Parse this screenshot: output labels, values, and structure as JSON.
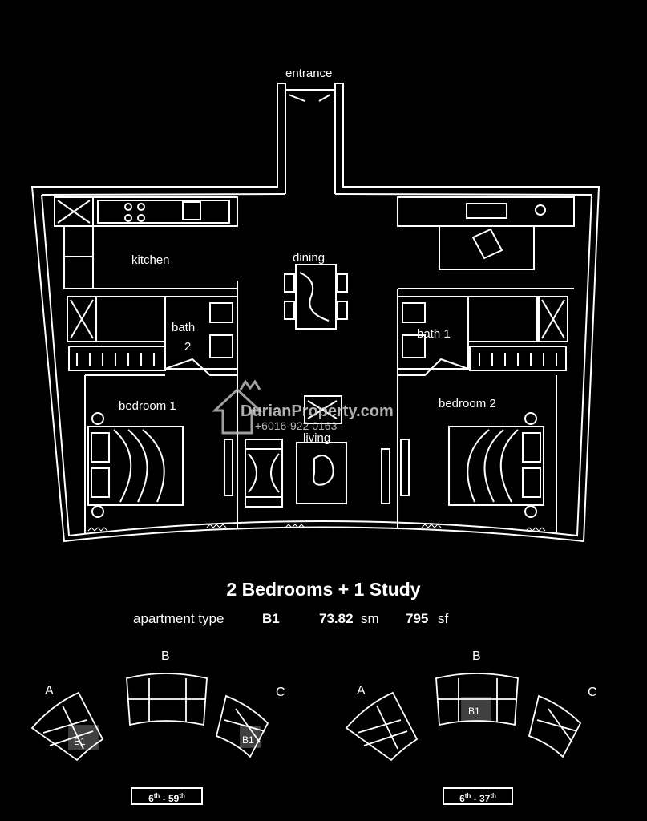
{
  "plan": {
    "entrance": "entrance",
    "kitchen": "kitchen",
    "dining": "dining",
    "bath2_word": "bath",
    "bath2_num": "2",
    "bath1": "bath 1",
    "bedroom1": "bedroom 1",
    "bedroom2": "bedroom 2",
    "living": "living"
  },
  "watermark": {
    "site": "DurianProperty.com",
    "phone": "+6016-922 0163"
  },
  "info": {
    "title": "2 Bedrooms + 1 Study",
    "type_label": "apartment  type",
    "type_code": "B1",
    "area_sm_value": "73.82",
    "area_sm_unit": "sm",
    "area_sf_value": "795",
    "area_sf_unit": "sf"
  },
  "key_plans": [
    {
      "wings": [
        "A",
        "B",
        "C"
      ],
      "unit_label": "B1",
      "floor_from": "6",
      "floor_from_sup": "th",
      "floor_to": "59",
      "floor_to_sup": "th"
    },
    {
      "wings": [
        "A",
        "B",
        "C"
      ],
      "unit_label": "B1",
      "floor_from": "6",
      "floor_from_sup": "th",
      "floor_to": "37",
      "floor_to_sup": "th"
    }
  ]
}
